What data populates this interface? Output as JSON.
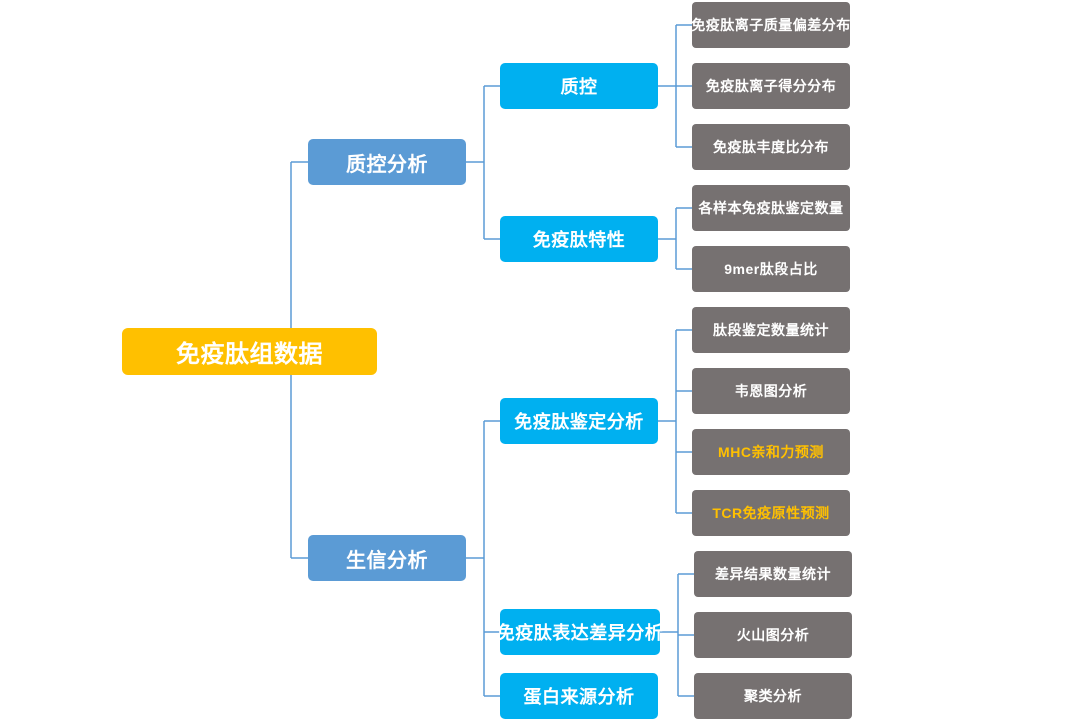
{
  "diagram": {
    "root": "免疫肽组数据",
    "branches": [
      {
        "label": "质控分析",
        "children": [
          {
            "label": "质控",
            "leaves": [
              "免疫肽离子质量偏差分布",
              "免疫肽离子得分分布",
              "免疫肽丰度比分布"
            ]
          },
          {
            "label": "免疫肽特性",
            "leaves": [
              "各样本免疫肽鉴定数量",
              "9mer肽段占比"
            ]
          }
        ]
      },
      {
        "label": "生信分析",
        "children": [
          {
            "label": "免疫肽鉴定分析",
            "leaves": [
              "肽段鉴定数量统计",
              "韦恩图分析",
              "MHC亲和力预测",
              "TCR免疫原性预测"
            ]
          },
          {
            "label": "免疫肽表达差异分析",
            "leaves": [
              "差异结果数量统计",
              "火山图分析",
              "聚类分析"
            ]
          },
          {
            "label": "蛋白来源分析",
            "leaves": []
          }
        ]
      }
    ],
    "colors": {
      "root": "#FFC000",
      "level1": "#5B9BD5",
      "level2": "#00B0F0",
      "leaf": "#767171",
      "highlight_text": "#FFC000",
      "connector": "#5B9BD5"
    }
  }
}
